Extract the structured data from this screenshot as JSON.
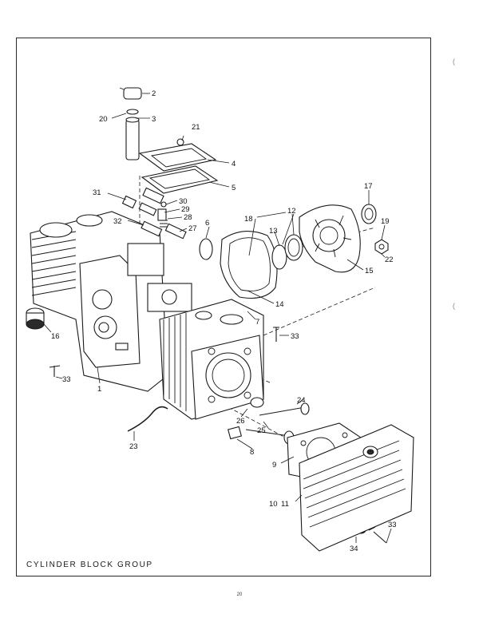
{
  "caption": "CYLINDER BLOCK GROUP",
  "page_number": "20",
  "callouts": [
    "1",
    "2",
    "3",
    "4",
    "5",
    "6",
    "7",
    "8",
    "9",
    "10",
    "11",
    "12",
    "13",
    "14",
    "15",
    "16",
    "17",
    "18",
    "19",
    "20",
    "21",
    "22",
    "23",
    "24",
    "25",
    "26",
    "27",
    "28",
    "29",
    "30",
    "31",
    "32",
    "33",
    "33",
    "33",
    "34"
  ]
}
